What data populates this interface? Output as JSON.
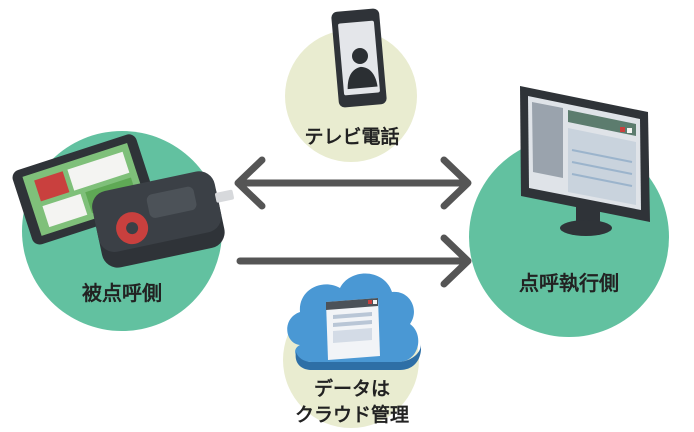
{
  "nodes": {
    "left": {
      "label": "被点呼側"
    },
    "right": {
      "label": "点呼執行側"
    },
    "top": {
      "label": "テレビ電話"
    },
    "bottom": {
      "label_line1": "データは",
      "label_line2": "クラウド管理"
    }
  },
  "colors": {
    "green_circle": "#62c1a0",
    "beige_circle": "#e9ecd0",
    "arrow": "#555555",
    "text": "#222222",
    "cloud": "#4a98d4"
  },
  "icons": {
    "top": "smartphone-videocall-icon",
    "left": "tablet-and-alcohol-checker-icon",
    "right": "desktop-monitor-icon",
    "bottom": "cloud-document-icon"
  }
}
